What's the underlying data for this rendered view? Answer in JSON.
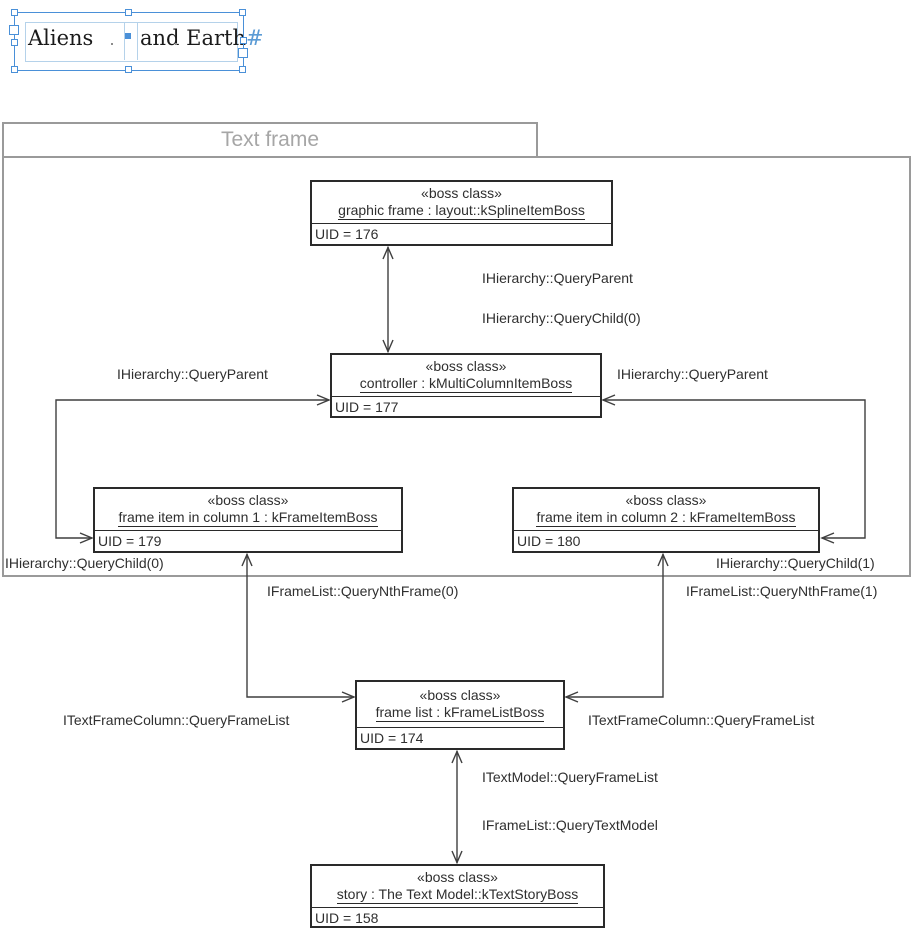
{
  "preview": {
    "column1_text": "Aliens",
    "column2_text": "and Earth",
    "end_of_story_marker": "#",
    "selection_color": "#4a90d8",
    "frame_guide_color": "#b5d2ea"
  },
  "package": {
    "title": "Text frame"
  },
  "boxes": [
    {
      "id": "graphic-frame",
      "stereotype": "«boss class»",
      "name": "graphic frame : layout::kSplineItemBoss",
      "uid": "UID = 176"
    },
    {
      "id": "controller",
      "stereotype": "«boss class»",
      "name": "controller : kMultiColumnItemBoss",
      "uid": "UID = 177"
    },
    {
      "id": "frame-item-1",
      "stereotype": "«boss class»",
      "name": "frame item in column 1 : kFrameItemBoss",
      "uid": "UID = 179"
    },
    {
      "id": "frame-item-2",
      "stereotype": "«boss class»",
      "name": "frame item in column 2 : kFrameItemBoss",
      "uid": "UID = 180"
    },
    {
      "id": "frame-list",
      "stereotype": "«boss class»",
      "name": "frame list : kFrameListBoss",
      "uid": "UID = 174"
    },
    {
      "id": "story",
      "stereotype": "«boss class»",
      "name": "story : The Text Model::kTextStoryBoss",
      "uid": "UID = 158"
    }
  ],
  "edges": {
    "query_parent_top": "IHierarchy::QueryParent",
    "query_child_top": "IHierarchy::QueryChild(0)",
    "query_parent_left": "IHierarchy::QueryParent",
    "query_parent_right": "IHierarchy::QueryParent",
    "query_child_left": "IHierarchy::QueryChild(0)",
    "query_child_right": "IHierarchy::QueryChild(1)",
    "query_nth_frame_0": "IFrameList::QueryNthFrame(0)",
    "query_nth_frame_1": "IFrameList::QueryNthFrame(1)",
    "query_frame_list_left": "ITextFrameColumn::QueryFrameList",
    "query_frame_list_right": "ITextFrameColumn::QueryFrameList",
    "text_model_query_frame_list": "ITextModel::QueryFrameList",
    "frame_list_query_text_model": "IFrameList::QueryTextModel"
  }
}
